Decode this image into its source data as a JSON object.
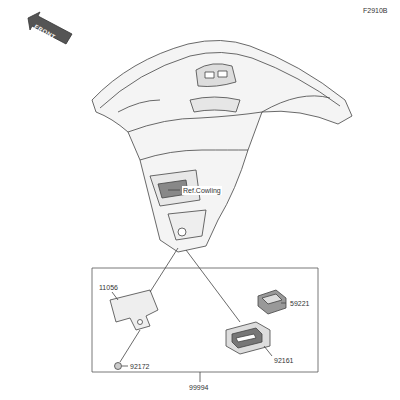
{
  "diagram": {
    "labels": [
      "F2910B",
      "FRONT",
      "Ref.Cowling",
      "11056",
      "59221",
      "92161",
      "92172",
      "99994"
    ]
  }
}
